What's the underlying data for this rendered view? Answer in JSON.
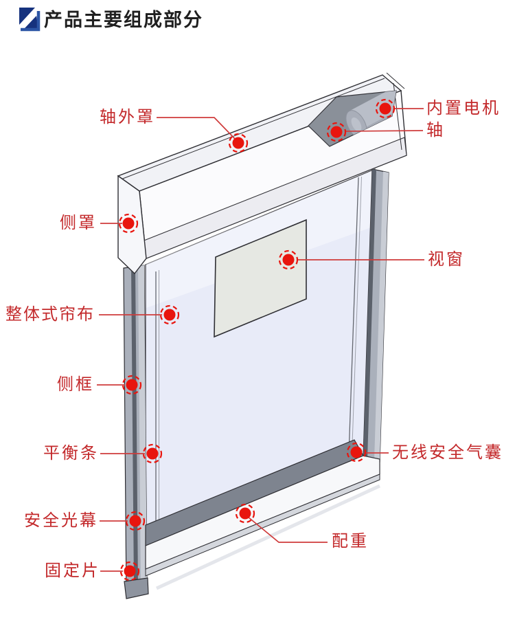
{
  "title": {
    "text": "产品主要组成部分"
  },
  "colors": {
    "marker_red": "#e8150e",
    "leader_line_red": "#cf3b3b",
    "label_red": "#c3292b",
    "title_black": "#1f1f1f",
    "icon_navy": "#16327e",
    "icon_blue": "#2c55a5",
    "curtain": "#e8ebf8",
    "frame_gray": "#aab0bb",
    "cavity_gray": "#8a9099",
    "shaft_gray": "#b9bec8"
  },
  "diagram": {
    "labels": [
      {
        "id": "zhou-wai-zhao",
        "text": "轴外罩"
      },
      {
        "id": "nei-zhi-dian-ji",
        "text": "内置电机"
      },
      {
        "id": "zhou",
        "text": "轴"
      },
      {
        "id": "ce-zhao",
        "text": "侧罩"
      },
      {
        "id": "shi-chuang",
        "text": "视窗"
      },
      {
        "id": "zheng-ti-shi-lian-bu",
        "text": "整体式帘布"
      },
      {
        "id": "ce-kuang",
        "text": "侧框"
      },
      {
        "id": "ping-heng-tiao",
        "text": "平衡条"
      },
      {
        "id": "wu-xian-an-quan-qi-nang",
        "text": "无线安全气囊"
      },
      {
        "id": "an-quan-guang-mu",
        "text": "安全光幕"
      },
      {
        "id": "pei-zhong",
        "text": "配重"
      },
      {
        "id": "gu-ding-pian",
        "text": "固定片"
      }
    ]
  }
}
